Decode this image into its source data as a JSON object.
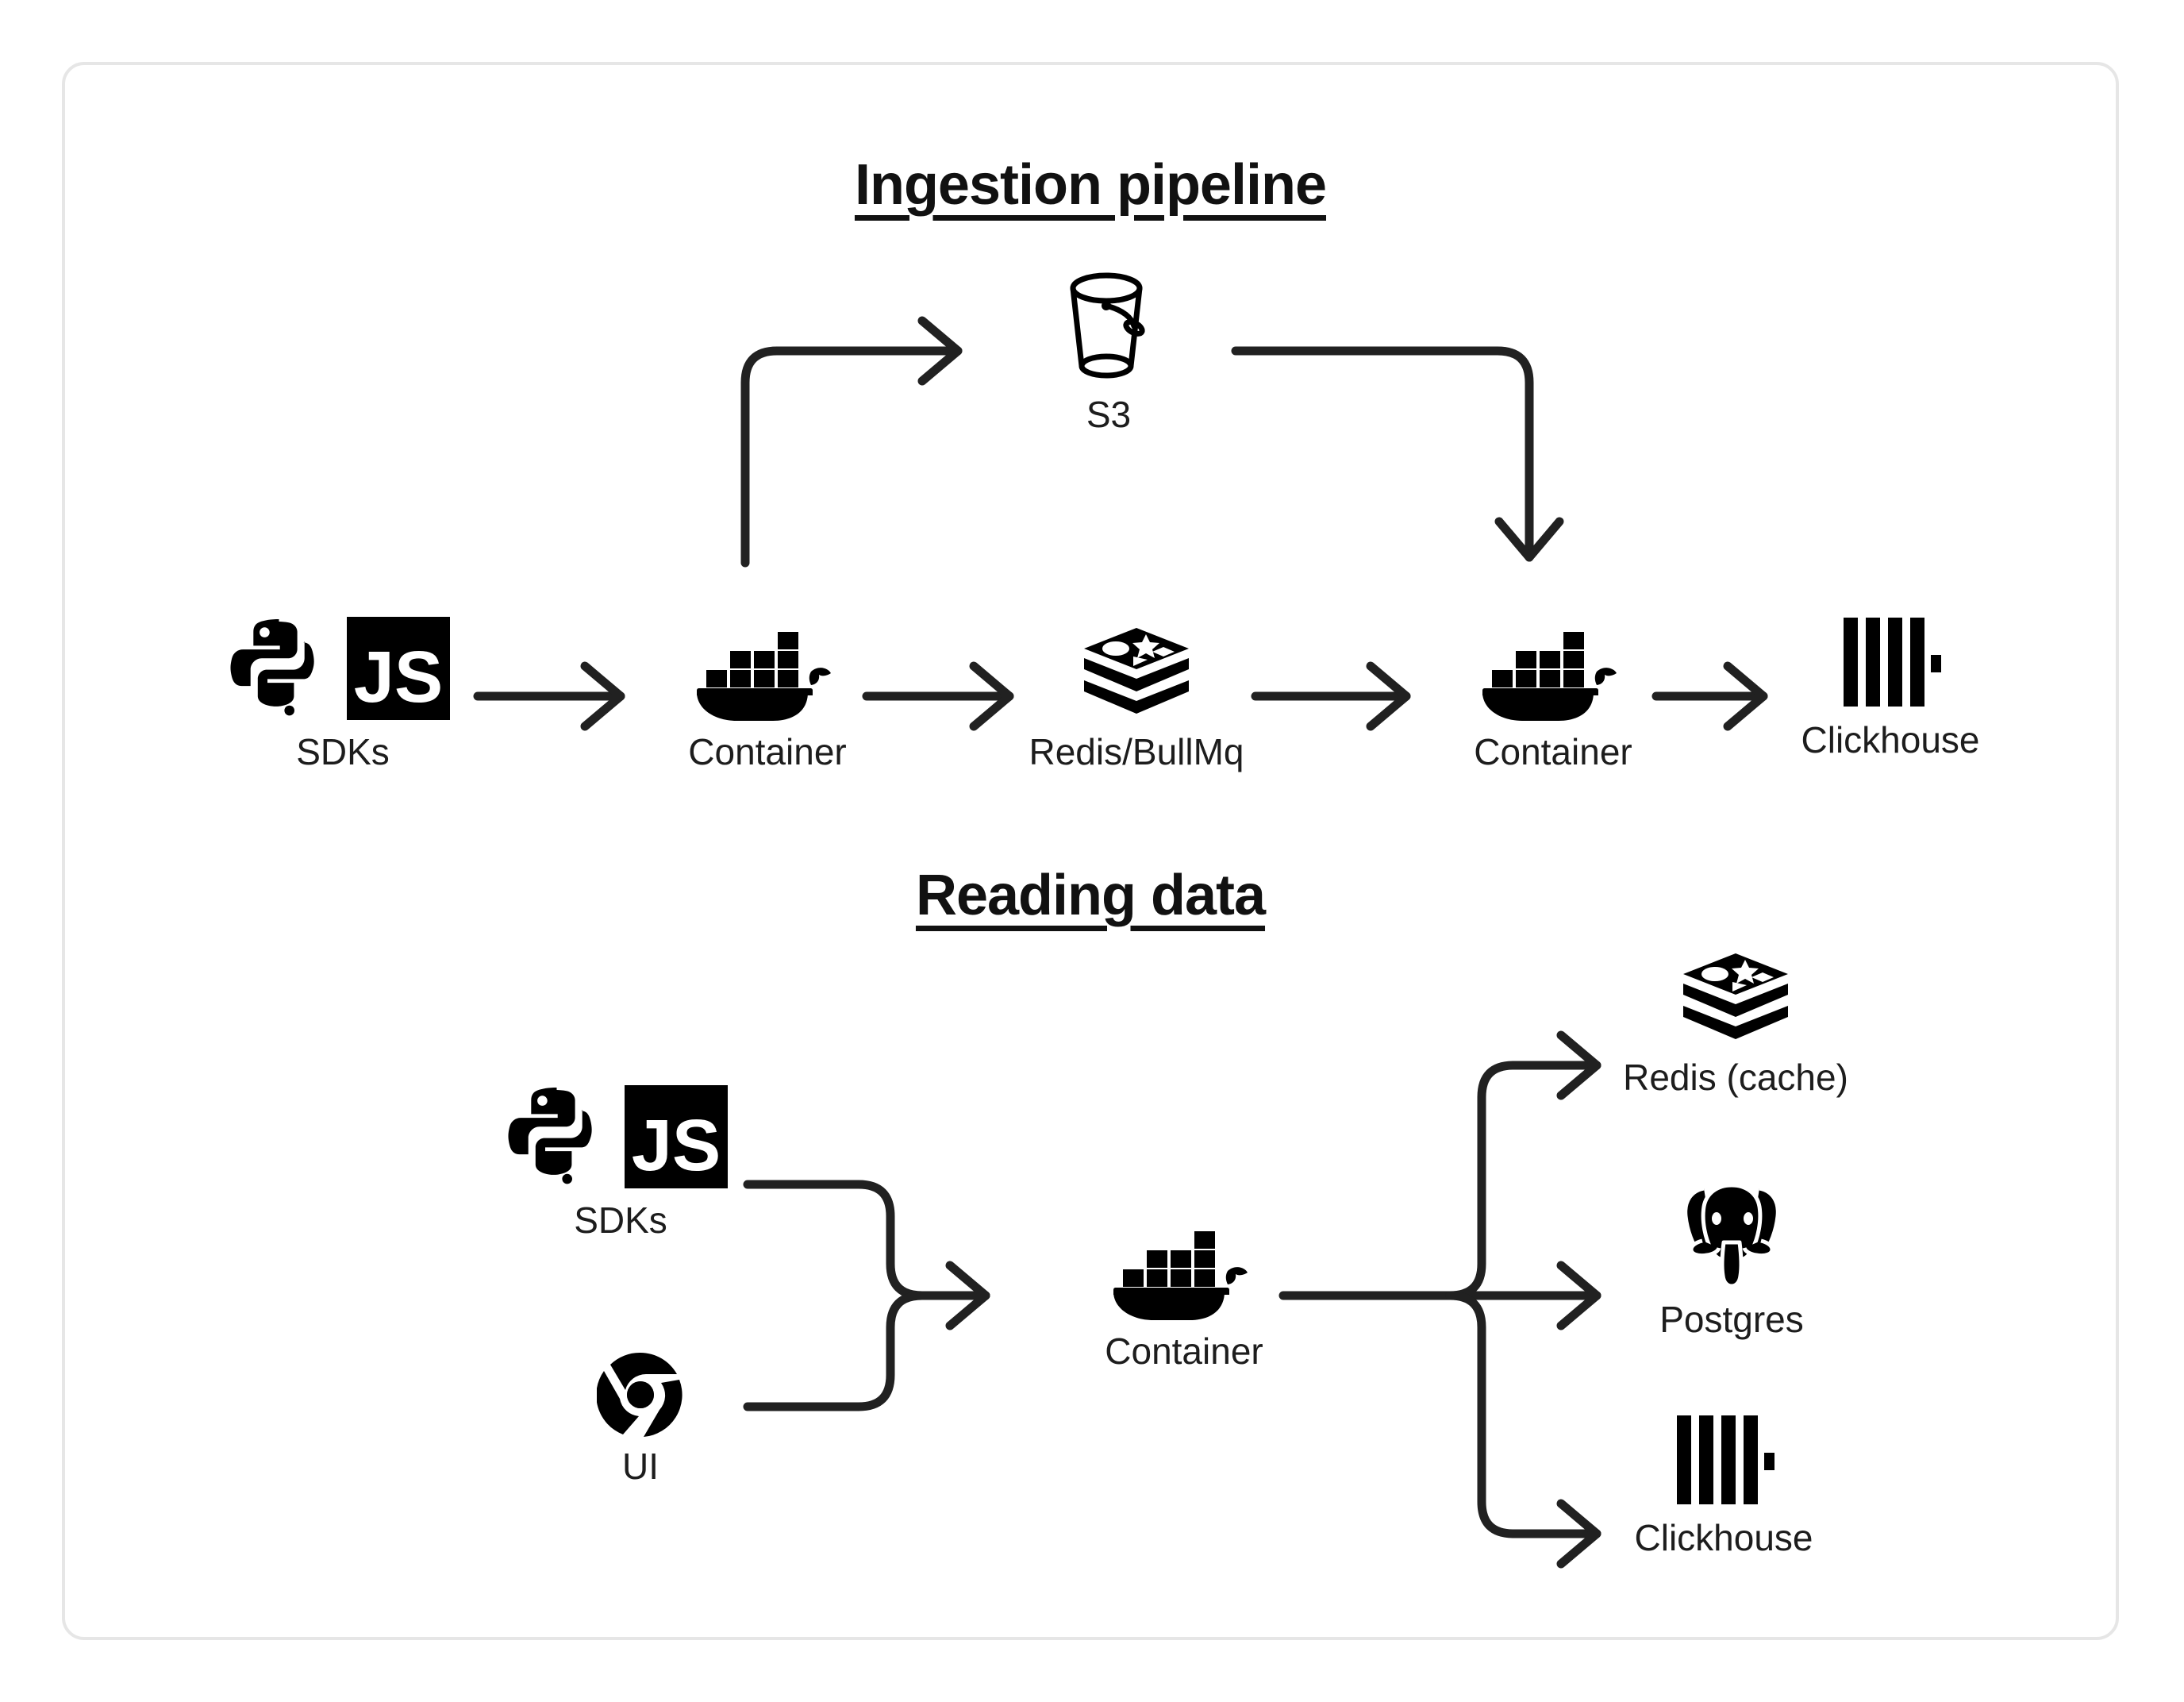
{
  "diagram": {
    "background": "#ffffff",
    "card_border_color": "#e6e6e6",
    "stroke_color": "#212121",
    "icon_color": "#000000",
    "text_color": "#1d1d1d"
  },
  "sections": [
    {
      "id": "ingestion",
      "title": "Ingestion pipeline",
      "nodes": [
        {
          "id": "sdks",
          "label": "SDKs",
          "icon": "python-js-sdk-icon"
        },
        {
          "id": "container-1",
          "label": "Container",
          "icon": "docker-whale-icon"
        },
        {
          "id": "s3",
          "label": "S3",
          "icon": "s3-bucket-icon"
        },
        {
          "id": "redis-bullmq",
          "label": "Redis/BullMq",
          "icon": "redis-stack-icon"
        },
        {
          "id": "container-2",
          "label": "Container",
          "icon": "docker-whale-icon"
        },
        {
          "id": "clickhouse",
          "label": "Clickhouse",
          "icon": "clickhouse-bars-icon"
        }
      ],
      "edges": [
        {
          "from": "sdks",
          "to": "container-1",
          "style": "straight-arrow"
        },
        {
          "from": "container-1",
          "to": "s3",
          "style": "elbow-up-right-arrow"
        },
        {
          "from": "container-1",
          "to": "redis-bullmq",
          "style": "straight-arrow"
        },
        {
          "from": "s3",
          "to": "container-2",
          "style": "elbow-right-down-arrow"
        },
        {
          "from": "redis-bullmq",
          "to": "container-2",
          "style": "straight-arrow"
        },
        {
          "from": "container-2",
          "to": "clickhouse",
          "style": "straight-arrow"
        }
      ]
    },
    {
      "id": "reading",
      "title": "Reading data",
      "nodes": [
        {
          "id": "sdks-read",
          "label": "SDKs",
          "icon": "python-js-sdk-icon"
        },
        {
          "id": "ui",
          "label": "UI",
          "icon": "chrome-browser-icon"
        },
        {
          "id": "container-read",
          "label": "Container",
          "icon": "docker-whale-icon"
        },
        {
          "id": "redis-cache",
          "label": "Redis (cache)",
          "icon": "redis-stack-icon"
        },
        {
          "id": "postgres",
          "label": "Postgres",
          "icon": "postgres-elephant-icon"
        },
        {
          "id": "clickhouse-read",
          "label": "Clickhouse",
          "icon": "clickhouse-bars-icon"
        }
      ],
      "edges": [
        {
          "from": "sdks-read",
          "to": "container-read",
          "style": "merge-arrow"
        },
        {
          "from": "ui",
          "to": "container-read",
          "style": "merge-arrow"
        },
        {
          "from": "container-read",
          "to": "redis-cache",
          "style": "split-up-arrow"
        },
        {
          "from": "container-read",
          "to": "postgres",
          "style": "split-straight-arrow"
        },
        {
          "from": "container-read",
          "to": "clickhouse-read",
          "style": "split-down-arrow"
        }
      ]
    }
  ],
  "icon_text": {
    "js_badge": "JS"
  }
}
